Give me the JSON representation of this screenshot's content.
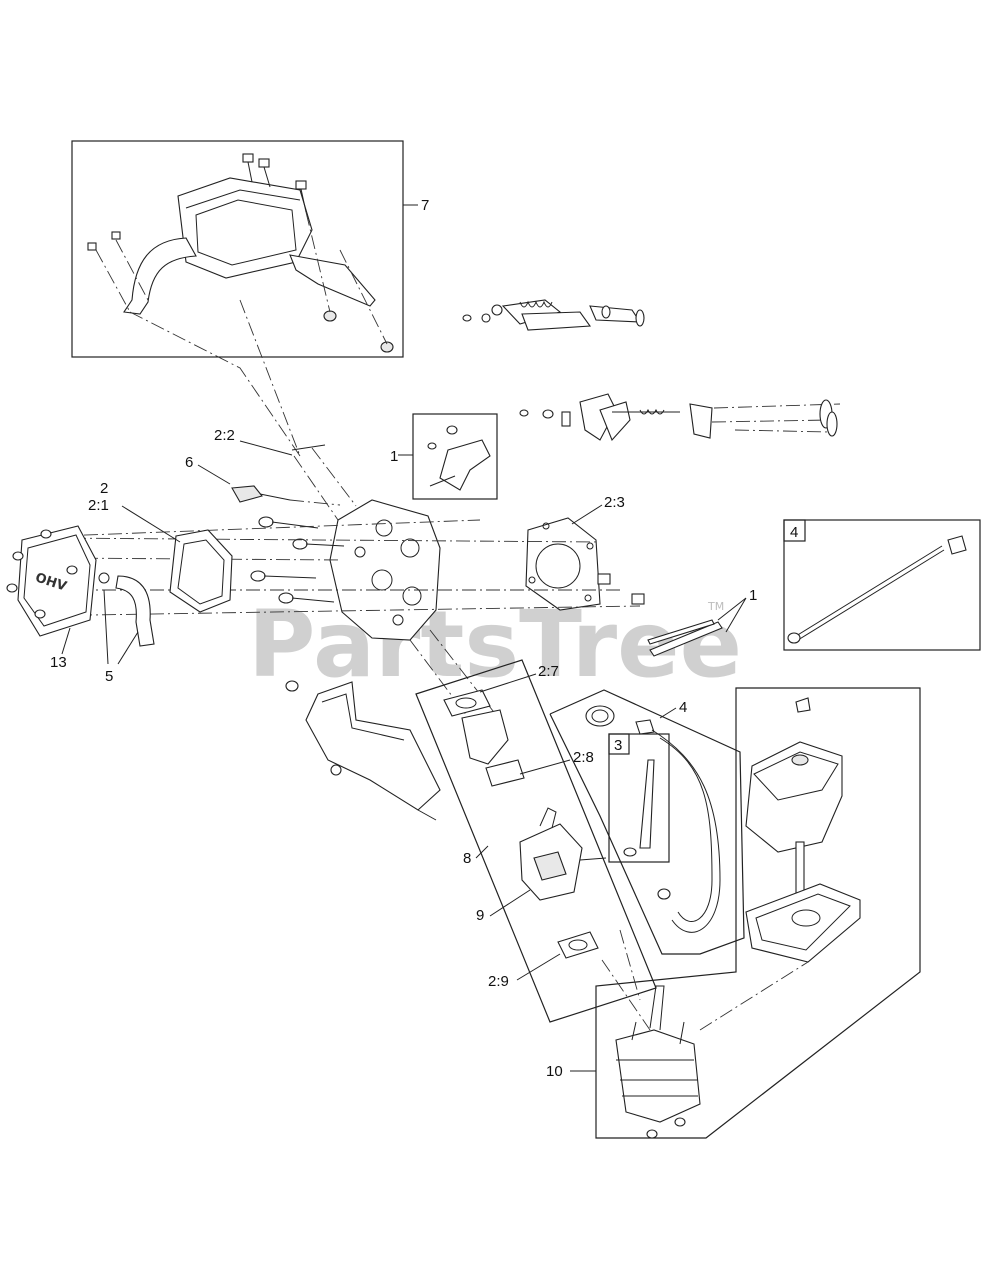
{
  "watermark": {
    "text": "PartsTree",
    "trademark": "TM"
  },
  "callouts": {
    "c1_top": "1",
    "c1_right": "1",
    "c2": "2",
    "c2_1": "2:1",
    "c2_2": "2:2",
    "c2_3": "2:3",
    "c2_7": "2:7",
    "c2_8": "2:8",
    "c2_9": "2:9",
    "c3": "3",
    "c4_box": "4",
    "c4": "4",
    "c5": "5",
    "c6": "6",
    "c7": "7",
    "c8": "8",
    "c9": "9",
    "c10": "10",
    "c13": "13"
  },
  "cover_stamp": "OHV"
}
